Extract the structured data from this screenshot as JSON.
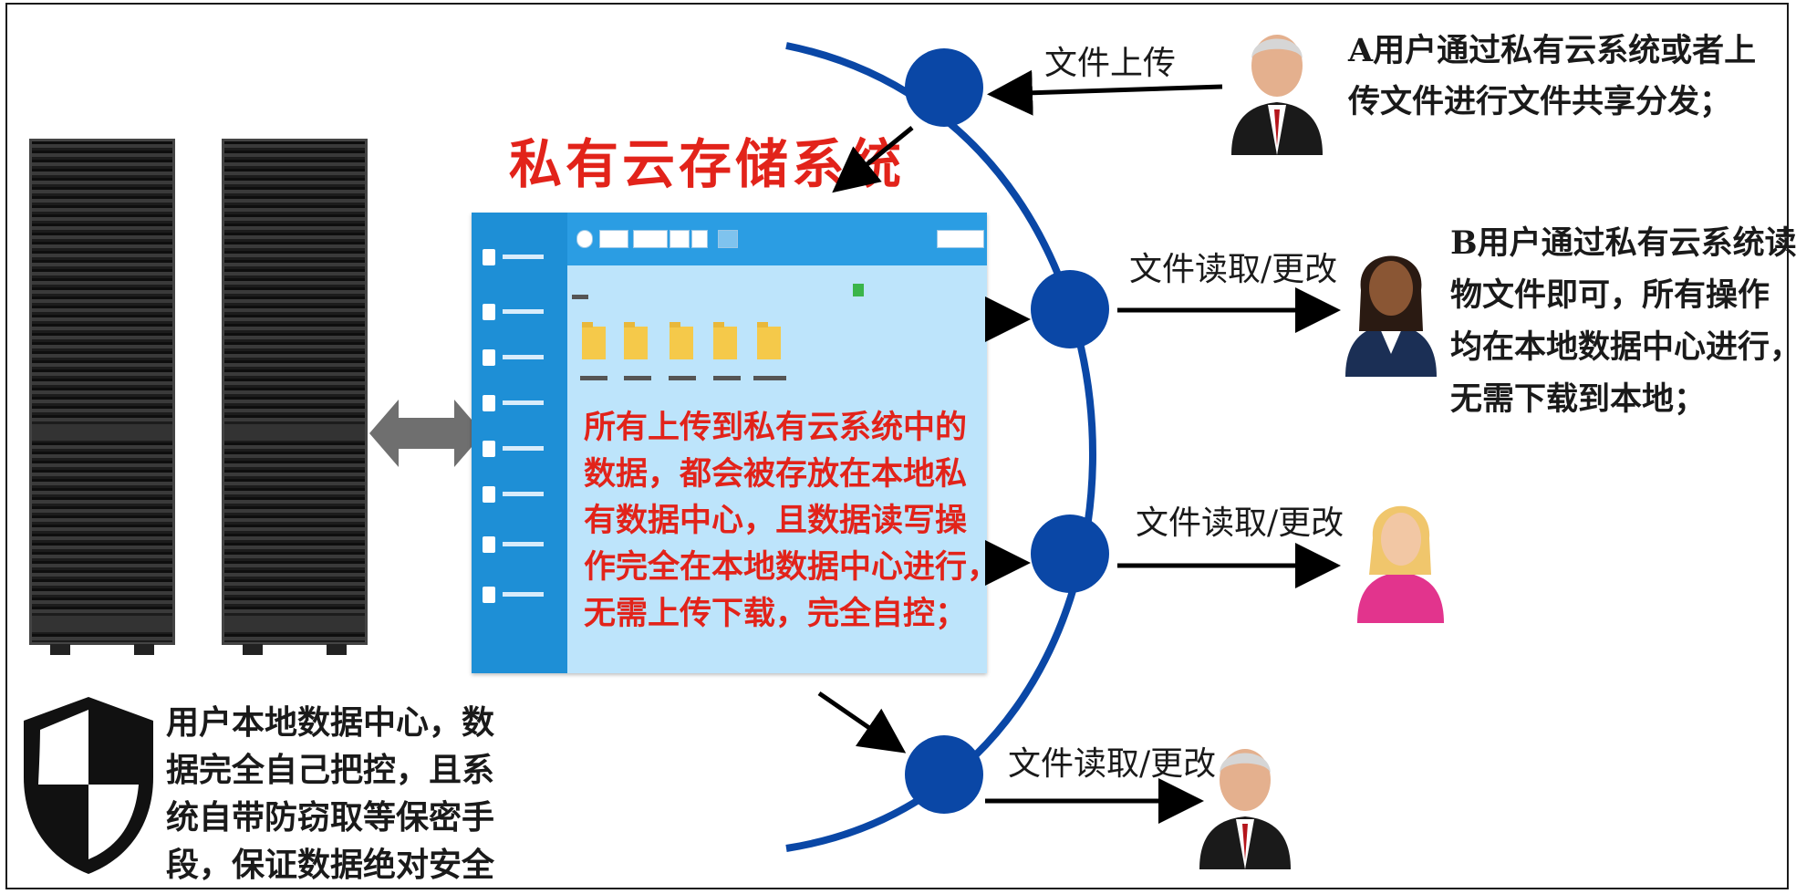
{
  "title": "私有云存储系统",
  "center_text": [
    "所有上传到私有云系统中的",
    "数据，都会被存放在本地私",
    "有数据中心，且数据读写操",
    "作完全在本地数据中心进行，",
    "无需上传下载，完全自控；"
  ],
  "shield_text": [
    "用户本地数据中心，数",
    "据完全自己把控，且系",
    "统自带防窃取等保密手",
    "段，保证数据绝对安全"
  ],
  "arrows": {
    "upload": "文件上传",
    "read1": "文件读取/更改",
    "read2": "文件读取/更改",
    "read3": "文件读取/更改"
  },
  "user_a_text": [
    "A用户通过私有云系统或者上",
    "传文件进行文件共享分发；"
  ],
  "user_b_text": [
    "B用户通过私有云系统读",
    "物文件即可，所有操作",
    "均在本地数据中心进行，",
    "无需下载到本地；"
  ],
  "colors": {
    "title_red": "#e2231a",
    "arc_blue": "#0a47a6",
    "app_bg": "#bde4fb",
    "sidebar_blue": "#1e8fd6"
  },
  "icons": {
    "servers": "server-rack-icon",
    "shield": "shield-icon",
    "double_arrow": "double-arrow-icon",
    "users": "user-avatar-icon"
  }
}
